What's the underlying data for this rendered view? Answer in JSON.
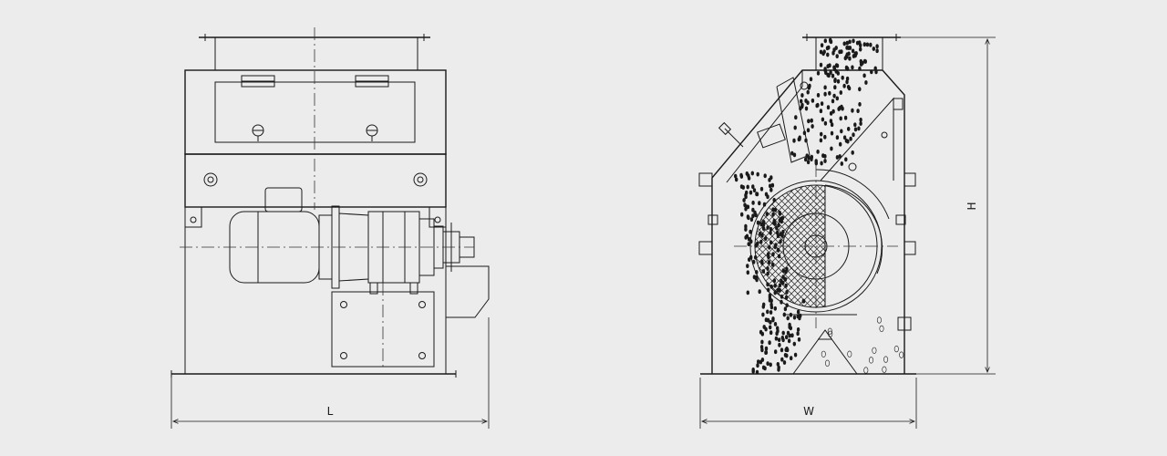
{
  "background": "#ececec",
  "line_color": "#1a1a1a",
  "dimensions": {
    "length_label": "L",
    "width_label": "W",
    "height_label": "H"
  }
}
